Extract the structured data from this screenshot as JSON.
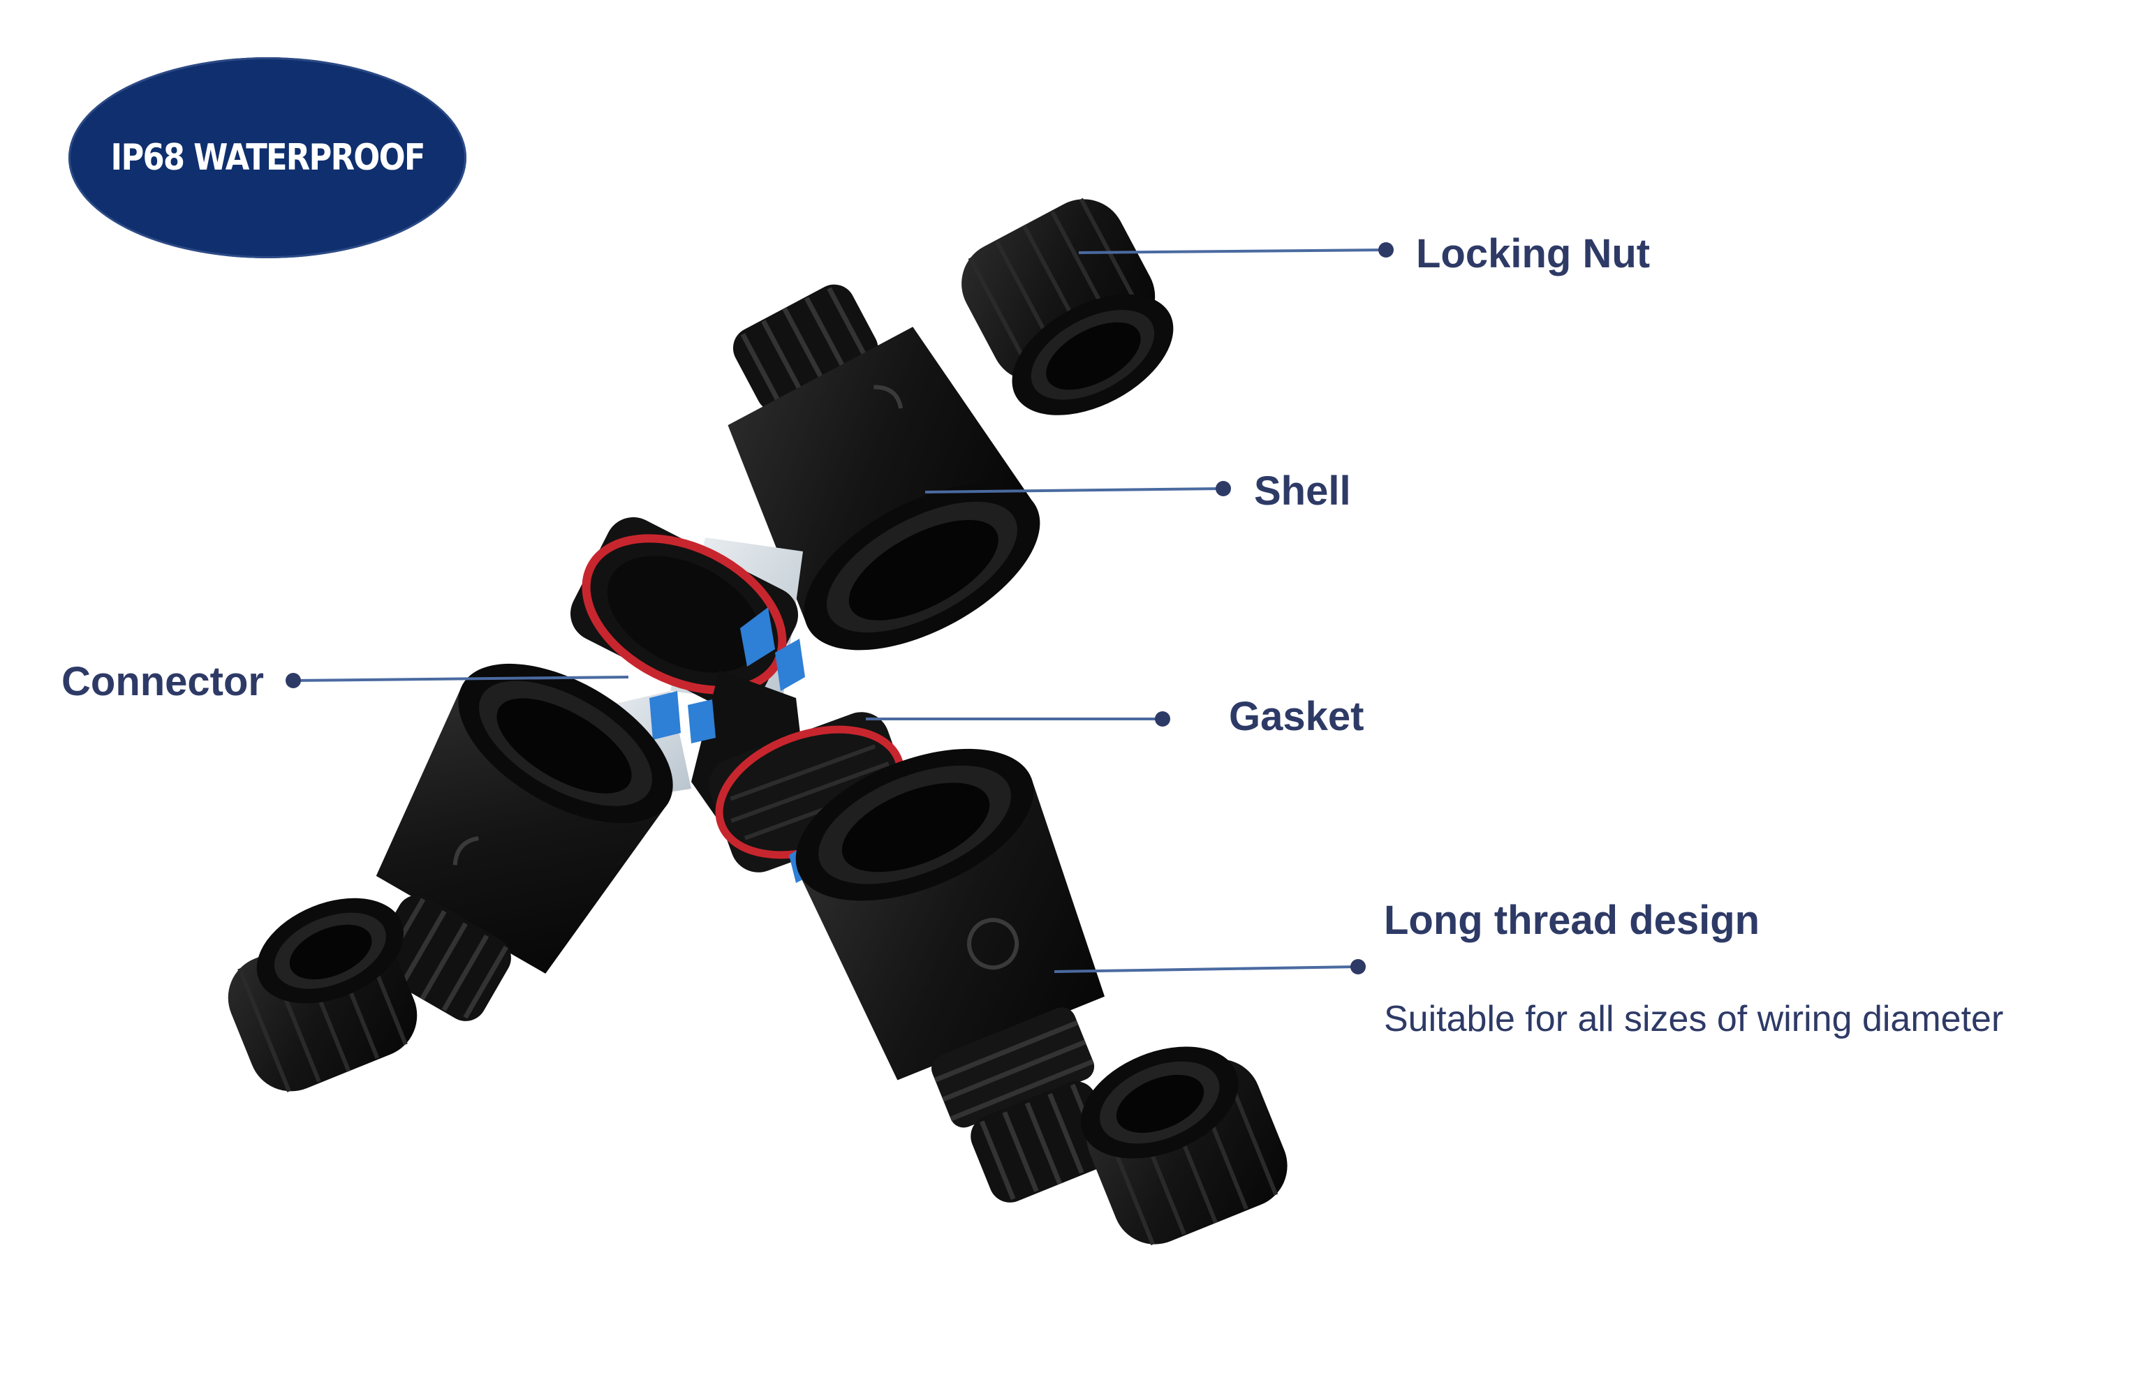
{
  "badge": {
    "text": "IP68 WATERPROOF",
    "fill": "#0f2f6e",
    "text_color": "#ffffff"
  },
  "colors": {
    "label_text": "#2e3a66",
    "leader_line": "#4a6aa0",
    "leader_dot": "#2e3a66",
    "part_body": "#161616",
    "gasket_ring": "#c8262e",
    "contact_blue": "#2e7fd6",
    "clear_insert": "#cdd6de"
  },
  "callouts": {
    "locking_nut": {
      "label": "Locking Nut"
    },
    "shell": {
      "label": "Shell"
    },
    "connector": {
      "label": "Connector"
    },
    "gasket": {
      "label": "Gasket"
    },
    "long_thread": {
      "label": "Long thread design",
      "description": "Suitable for all sizes of wiring diameter"
    }
  }
}
